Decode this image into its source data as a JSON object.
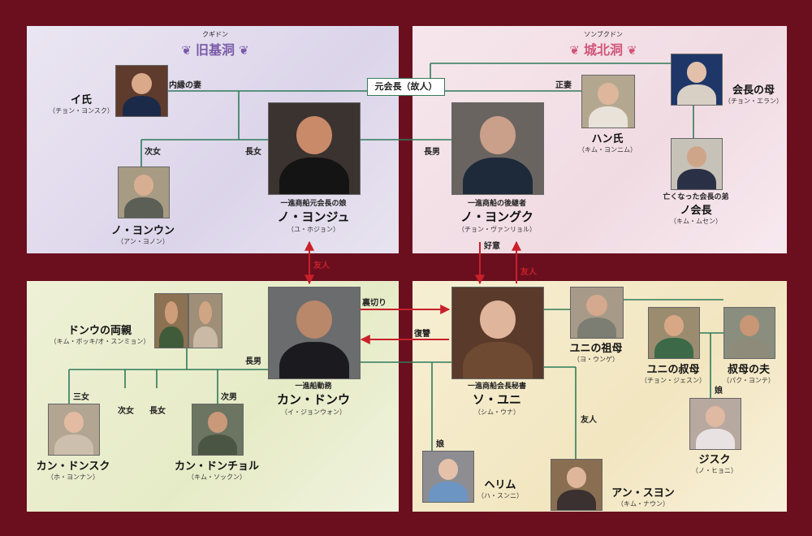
{
  "districts": {
    "left": {
      "ruby": "クギドン",
      "name": "旧基洞",
      "color": "#7a5aa8"
    },
    "right": {
      "ruby": "ソンブクドン",
      "name": "城北洞",
      "color": "#d0557a"
    }
  },
  "center_box": "元会長（故人）",
  "people": {
    "i_shi": {
      "name": "イ氏",
      "actor": "（チョン・ヨンスク）"
    },
    "yonju": {
      "role": "一進商船元会長の娘",
      "name": "ノ・ヨンジュ",
      "actor": "（ユ・ホジョン）"
    },
    "yonun": {
      "name": "ノ・ヨンウン",
      "actor": "（アン・ヨノン）"
    },
    "yonguku": {
      "role": "一進商船の後継者",
      "name": "ノ・ヨングク",
      "actor": "（チョン・ヴァンリョル）"
    },
    "han_shi": {
      "name": "ハン氏",
      "actor": "（キム・ヨンニム）"
    },
    "grandmother_chair": {
      "name": "会長の母",
      "actor": "（チョン・エラン）"
    },
    "no_chair": {
      "role": "亡くなった会長の弟",
      "name": "ノ会長",
      "actor": "（キム・ムセン）"
    },
    "donu_parents": {
      "name": "ドンウの両親",
      "actor": "（キム・ボッキ/オ・スンミョン）"
    },
    "donu": {
      "role": "一進船動務",
      "name": "カン・ドンウ",
      "actor": "（イ・ジョンウォン）"
    },
    "donsuku": {
      "name": "カン・ドンスク",
      "actor": "（ホ・ヨンナン）"
    },
    "donchoru": {
      "name": "カン・ドンチョル",
      "actor": "（キム・ソックン）"
    },
    "yuni": {
      "role": "一進商船会長秘書",
      "name": "ソ・ユニ",
      "actor": "（シム・ウナ）"
    },
    "yuni_grandma": {
      "name": "ユニの祖母",
      "actor": "（ヨ・ウンゲ）"
    },
    "yuni_aunt": {
      "name": "ユニの叔母",
      "actor": "（チョン・ジェスン）"
    },
    "aunt_husband": {
      "name": "叔母の夫",
      "actor": "（パク・ヨンテ）"
    },
    "jisuku": {
      "name": "ジスク",
      "actor": "（ノ・ヒョニ）"
    },
    "herimu": {
      "name": "ヘリム",
      "actor": "（ハ・スンニ）"
    },
    "ansuon": {
      "name": "アン・スヨン",
      "actor": "（キム・ナウン）"
    }
  },
  "relations": {
    "naien": "内縁の妻",
    "jijo": "次女",
    "chojo": "長女",
    "chonan": "長男",
    "seisai": "正妻",
    "koui": "好意",
    "yujin_left": "友人",
    "yujin_right": "友人",
    "uragiri": "裏切り",
    "fukushu": "復讐",
    "chonan2": "長男",
    "sanjo": "三女",
    "jijo2": "次女",
    "chojo2": "長女",
    "jinan": "次男",
    "musume1": "娘",
    "musume2": "娘",
    "yujin_bottom": "友人"
  },
  "colors": {
    "line": "#2f7a5a",
    "arrow": "#c8202a",
    "background": "#6b0f1f"
  }
}
